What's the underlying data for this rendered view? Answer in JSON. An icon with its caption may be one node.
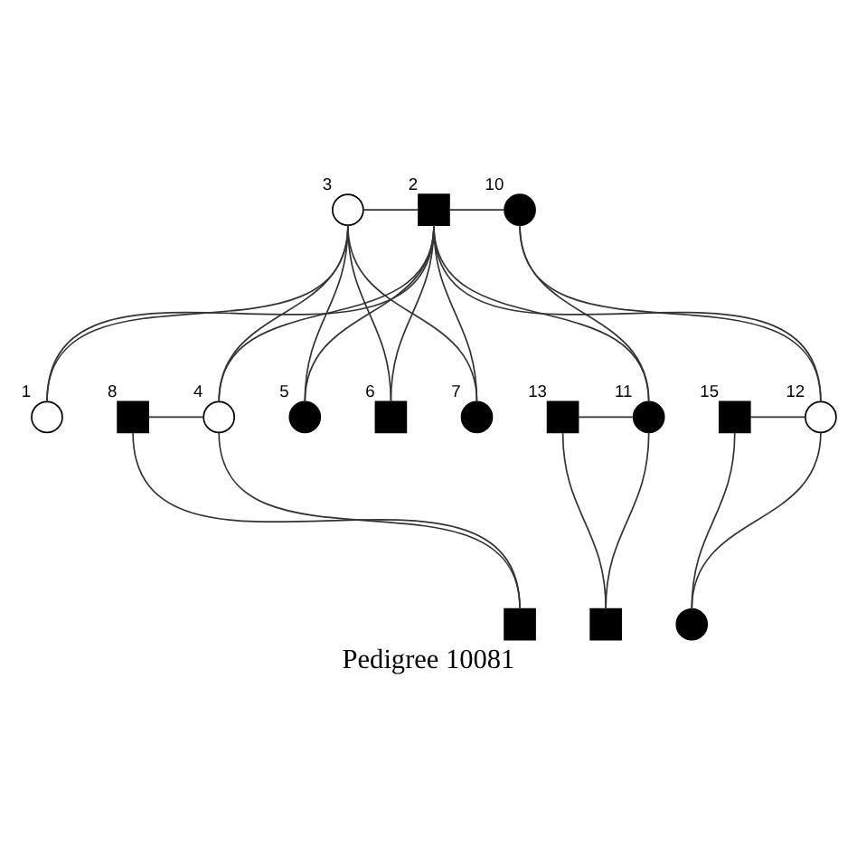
{
  "diagram": {
    "caption": "Pedigree 10081",
    "nodes": [
      {
        "text": [],
        "shape": "circle",
        "beside": [
          "3"
        ]
      },
      {
        "text": [],
        "shape": "box",
        "beside": [
          "2"
        ]
      },
      {
        "text": [],
        "shape": "circle",
        "beside": [
          "10"
        ]
      },
      {
        "text": [],
        "shape": "circle",
        "beside": [
          "1"
        ]
      },
      {
        "text": [],
        "shape": "box",
        "beside": [
          "8"
        ]
      },
      {
        "text": [],
        "shape": "circle",
        "beside": [
          "4"
        ]
      },
      {
        "text": [],
        "shape": "circle",
        "beside": [
          "5"
        ]
      },
      {
        "text": [],
        "shape": "box",
        "beside": [
          "6"
        ]
      },
      {
        "text": [],
        "shape": "circle",
        "beside": [
          "7"
        ]
      },
      {
        "text": [],
        "shape": "box",
        "beside": [
          "13"
        ]
      },
      {
        "text": [],
        "shape": "circle",
        "beside": [
          "11"
        ]
      },
      {
        "text": [],
        "shape": "box",
        "beside": [
          "15"
        ]
      },
      {
        "text": [],
        "shape": "circle",
        "beside": [
          "12"
        ]
      },
      {
        "text": [],
        "shape": "box"
      },
      {
        "text": [],
        "shape": "box"
      },
      {
        "text": [],
        "shape": "circle"
      }
    ],
    "edges": [
      {
        "from": 0,
        "to": 1,
        "arrow": "none"
      },
      {
        "from": 1,
        "to": 2,
        "arrow": "none"
      },
      {
        "from": 0,
        "to": 3,
        "arrow": "none"
      },
      {
        "from": 1,
        "to": 3,
        "arrow": "none"
      },
      {
        "from": 0,
        "to": 5,
        "arrow": "none"
      },
      {
        "from": 1,
        "to": 5,
        "arrow": "none"
      },
      {
        "from": 0,
        "to": 6,
        "arrow": "none"
      },
      {
        "from": 1,
        "to": 6,
        "arrow": "none"
      },
      {
        "from": 0,
        "to": 7,
        "arrow": "none"
      },
      {
        "from": 1,
        "to": 7,
        "arrow": "none"
      },
      {
        "from": 0,
        "to": 8,
        "arrow": "none"
      },
      {
        "from": 1,
        "to": 8,
        "arrow": "none"
      },
      {
        "from": 1,
        "to": 10,
        "arrow": "none"
      },
      {
        "from": 2,
        "to": 10,
        "arrow": "none"
      },
      {
        "from": 1,
        "to": 12,
        "arrow": "none"
      },
      {
        "from": 2,
        "to": 12,
        "arrow": "none"
      },
      {
        "from": 4,
        "to": 5,
        "arrow": "none"
      },
      {
        "from": 9,
        "to": 10,
        "arrow": "none"
      },
      {
        "from": 11,
        "to": 12,
        "arrow": "none"
      },
      {
        "from": 4,
        "to": 13,
        "arrow": "none"
      },
      {
        "from": 5,
        "to": 13,
        "arrow": "none"
      },
      {
        "from": 9,
        "to": 14,
        "arrow": "none"
      },
      {
        "from": 10,
        "to": 14,
        "arrow": "none"
      },
      {
        "from": 11,
        "to": 15,
        "arrow": "none"
      },
      {
        "from": 12,
        "to": 15,
        "arrow": "none"
      }
    ]
  }
}
